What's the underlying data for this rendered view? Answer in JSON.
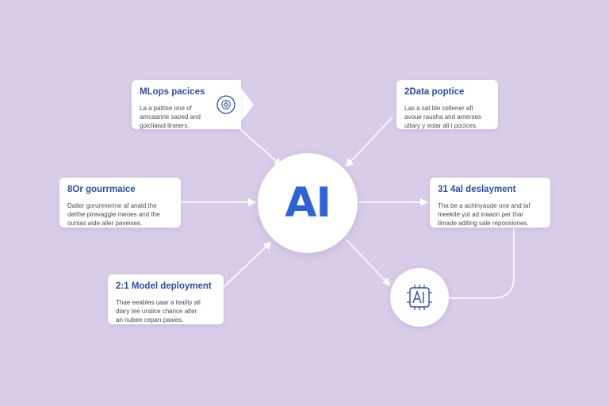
{
  "hub": {
    "label": "AI"
  },
  "cards": {
    "mlops": {
      "title": "MLops pacices",
      "desc": [
        "La a pattise one of",
        "amcaanrie saoed and",
        "goicliawd lineiers."
      ]
    },
    "data": {
      "title": "2Data poptice",
      "desc": [
        "Las a sat ble cellener afl",
        "avoue rausha and amerses",
        "uttary y eolar ali i pocices."
      ]
    },
    "governance": {
      "title": "8Or gourrmaice",
      "desc": [
        "Daiter gorunmerine af anald the",
        "detthe pirevaggle meoes and the",
        "ounias aide ailer paveises."
      ]
    },
    "deploy_right": {
      "title": "31 4al deslayment",
      "desc": [
        "Tha be a achinyaude one and laf",
        "meekite yut ad inaaon per thar",
        "timade aditing sale repoosiones."
      ]
    },
    "deploy_left": {
      "title": "2:1 Model deployment",
      "desc": [
        "Thae eeables uaar a teality all",
        "diary tee uralice chance alter",
        "an nubee cepan paaies."
      ]
    }
  },
  "icons": {
    "mlops": "brain-gear-icon",
    "node_br": "ai-chip-icon"
  },
  "colors": {
    "background": "#d9cce8",
    "accent": "#2e63d6",
    "title": "#2c4f9e",
    "connector": "#ffffff"
  }
}
